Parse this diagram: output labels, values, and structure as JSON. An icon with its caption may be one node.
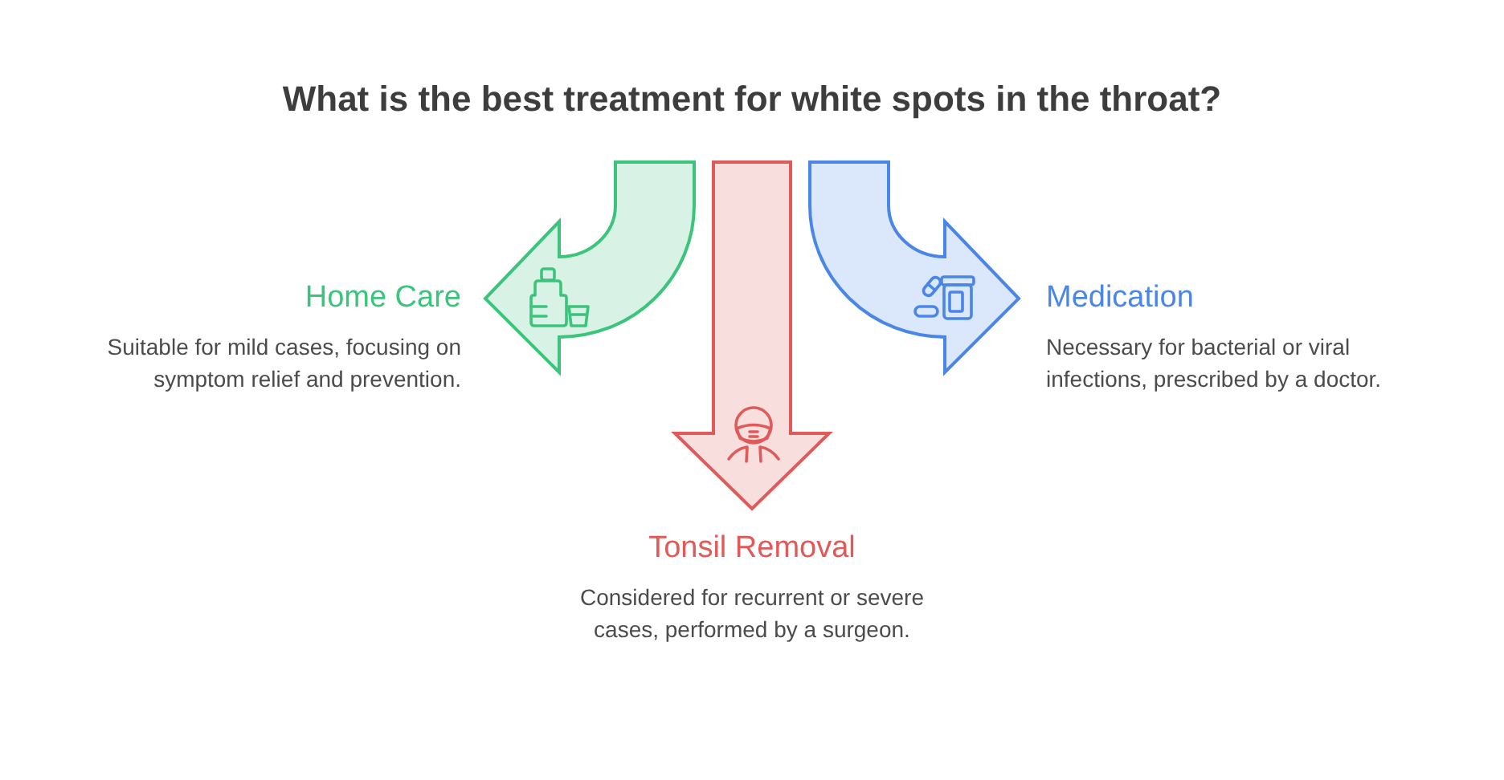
{
  "diagram": {
    "title": "What is the best treatment for white spots in the throat?",
    "nodes": [
      {
        "text": [
          "Home Care",
          "Suitable for mild cases, focusing on symptom relief and prevention."
        ]
      },
      {
        "text": [
          "Medication",
          "Necessary for bacterial or viral infections, prescribed by a doctor."
        ]
      },
      {
        "text": [
          "Tonsil Removal",
          "Considered for recurrent or severe cases, performed by a surgeon."
        ]
      }
    ],
    "edges": [
      {
        "from": null,
        "to": 0,
        "arrow": "to",
        "color": "#3cc47c"
      },
      {
        "from": null,
        "to": 2,
        "arrow": "to",
        "color": "#e05a5a"
      },
      {
        "from": null,
        "to": 1,
        "arrow": "to",
        "color": "#4a86e8"
      }
    ]
  }
}
